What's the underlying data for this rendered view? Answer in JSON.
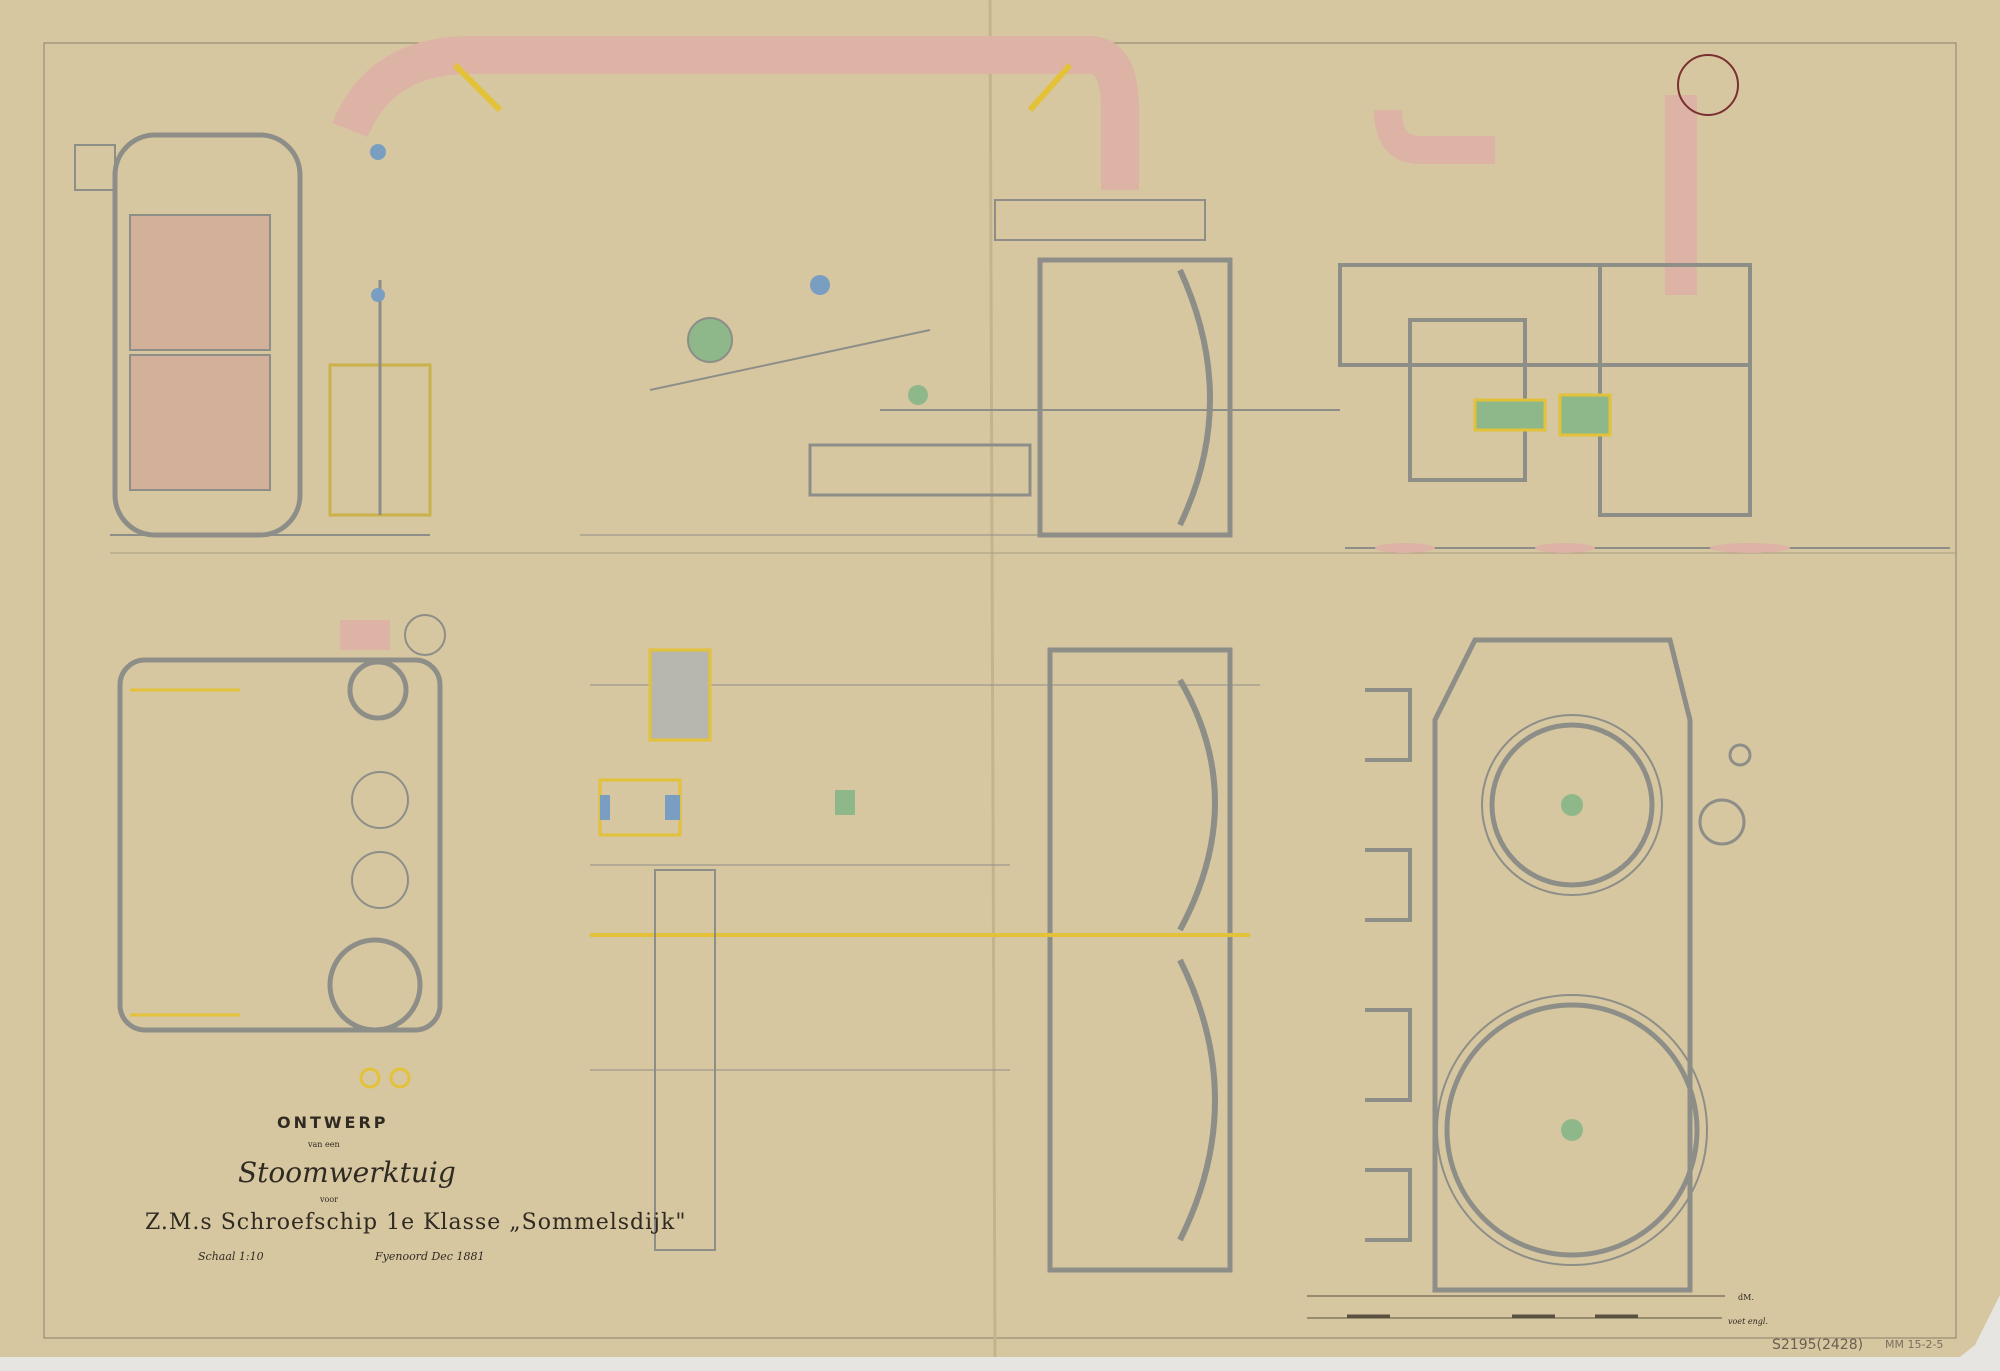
{
  "title_block": {
    "heading": "ONTWERP",
    "line2": "van een",
    "subject": "Stoomwerktuig",
    "line4": "voor",
    "vessel": "Z.M.s Schroefschip 1e Klasse „Sommelsdijk\"",
    "scale": "Schaal 1:10",
    "place_date": "Fyenoord Dec 1881"
  },
  "scale_bar": {
    "unit_top": "dM.",
    "unit_bottom": "voet engl."
  },
  "archive_marks": {
    "inventory": "S2195(2428)",
    "pencil_note": "MM 15-2-5"
  },
  "colors": {
    "paper": "#d6c7a0",
    "steel": "#9a9a94",
    "pipe": "#d9a99a",
    "brass": "#e3c23a",
    "bearing": "#8fb88a",
    "blue": "#7a9ec2"
  }
}
